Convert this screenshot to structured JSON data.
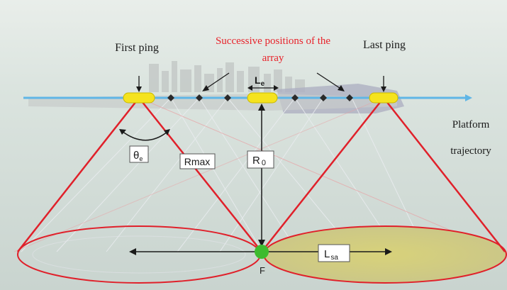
{
  "labels": {
    "first_ping": "First ping",
    "successive_line1": "Successive positions of the",
    "successive_line2": "array",
    "last_ping": "Last ping",
    "platform_line1": "Platform",
    "platform_line2": "trajectory",
    "le_main": "L",
    "le_sub": "e",
    "theta_main": "θ",
    "theta_sub": "e",
    "rmax": "Rmax",
    "r0_main": "R",
    "r0_sub": "0",
    "lsa_main": "L",
    "lsa_sub": "sa",
    "focus": "F"
  },
  "colors": {
    "red": "#e0202a",
    "trajectory": "#5fb6e6",
    "antenna": "#f5e31e",
    "target": "#3dbb2e",
    "title_red": "#e8232b"
  }
}
